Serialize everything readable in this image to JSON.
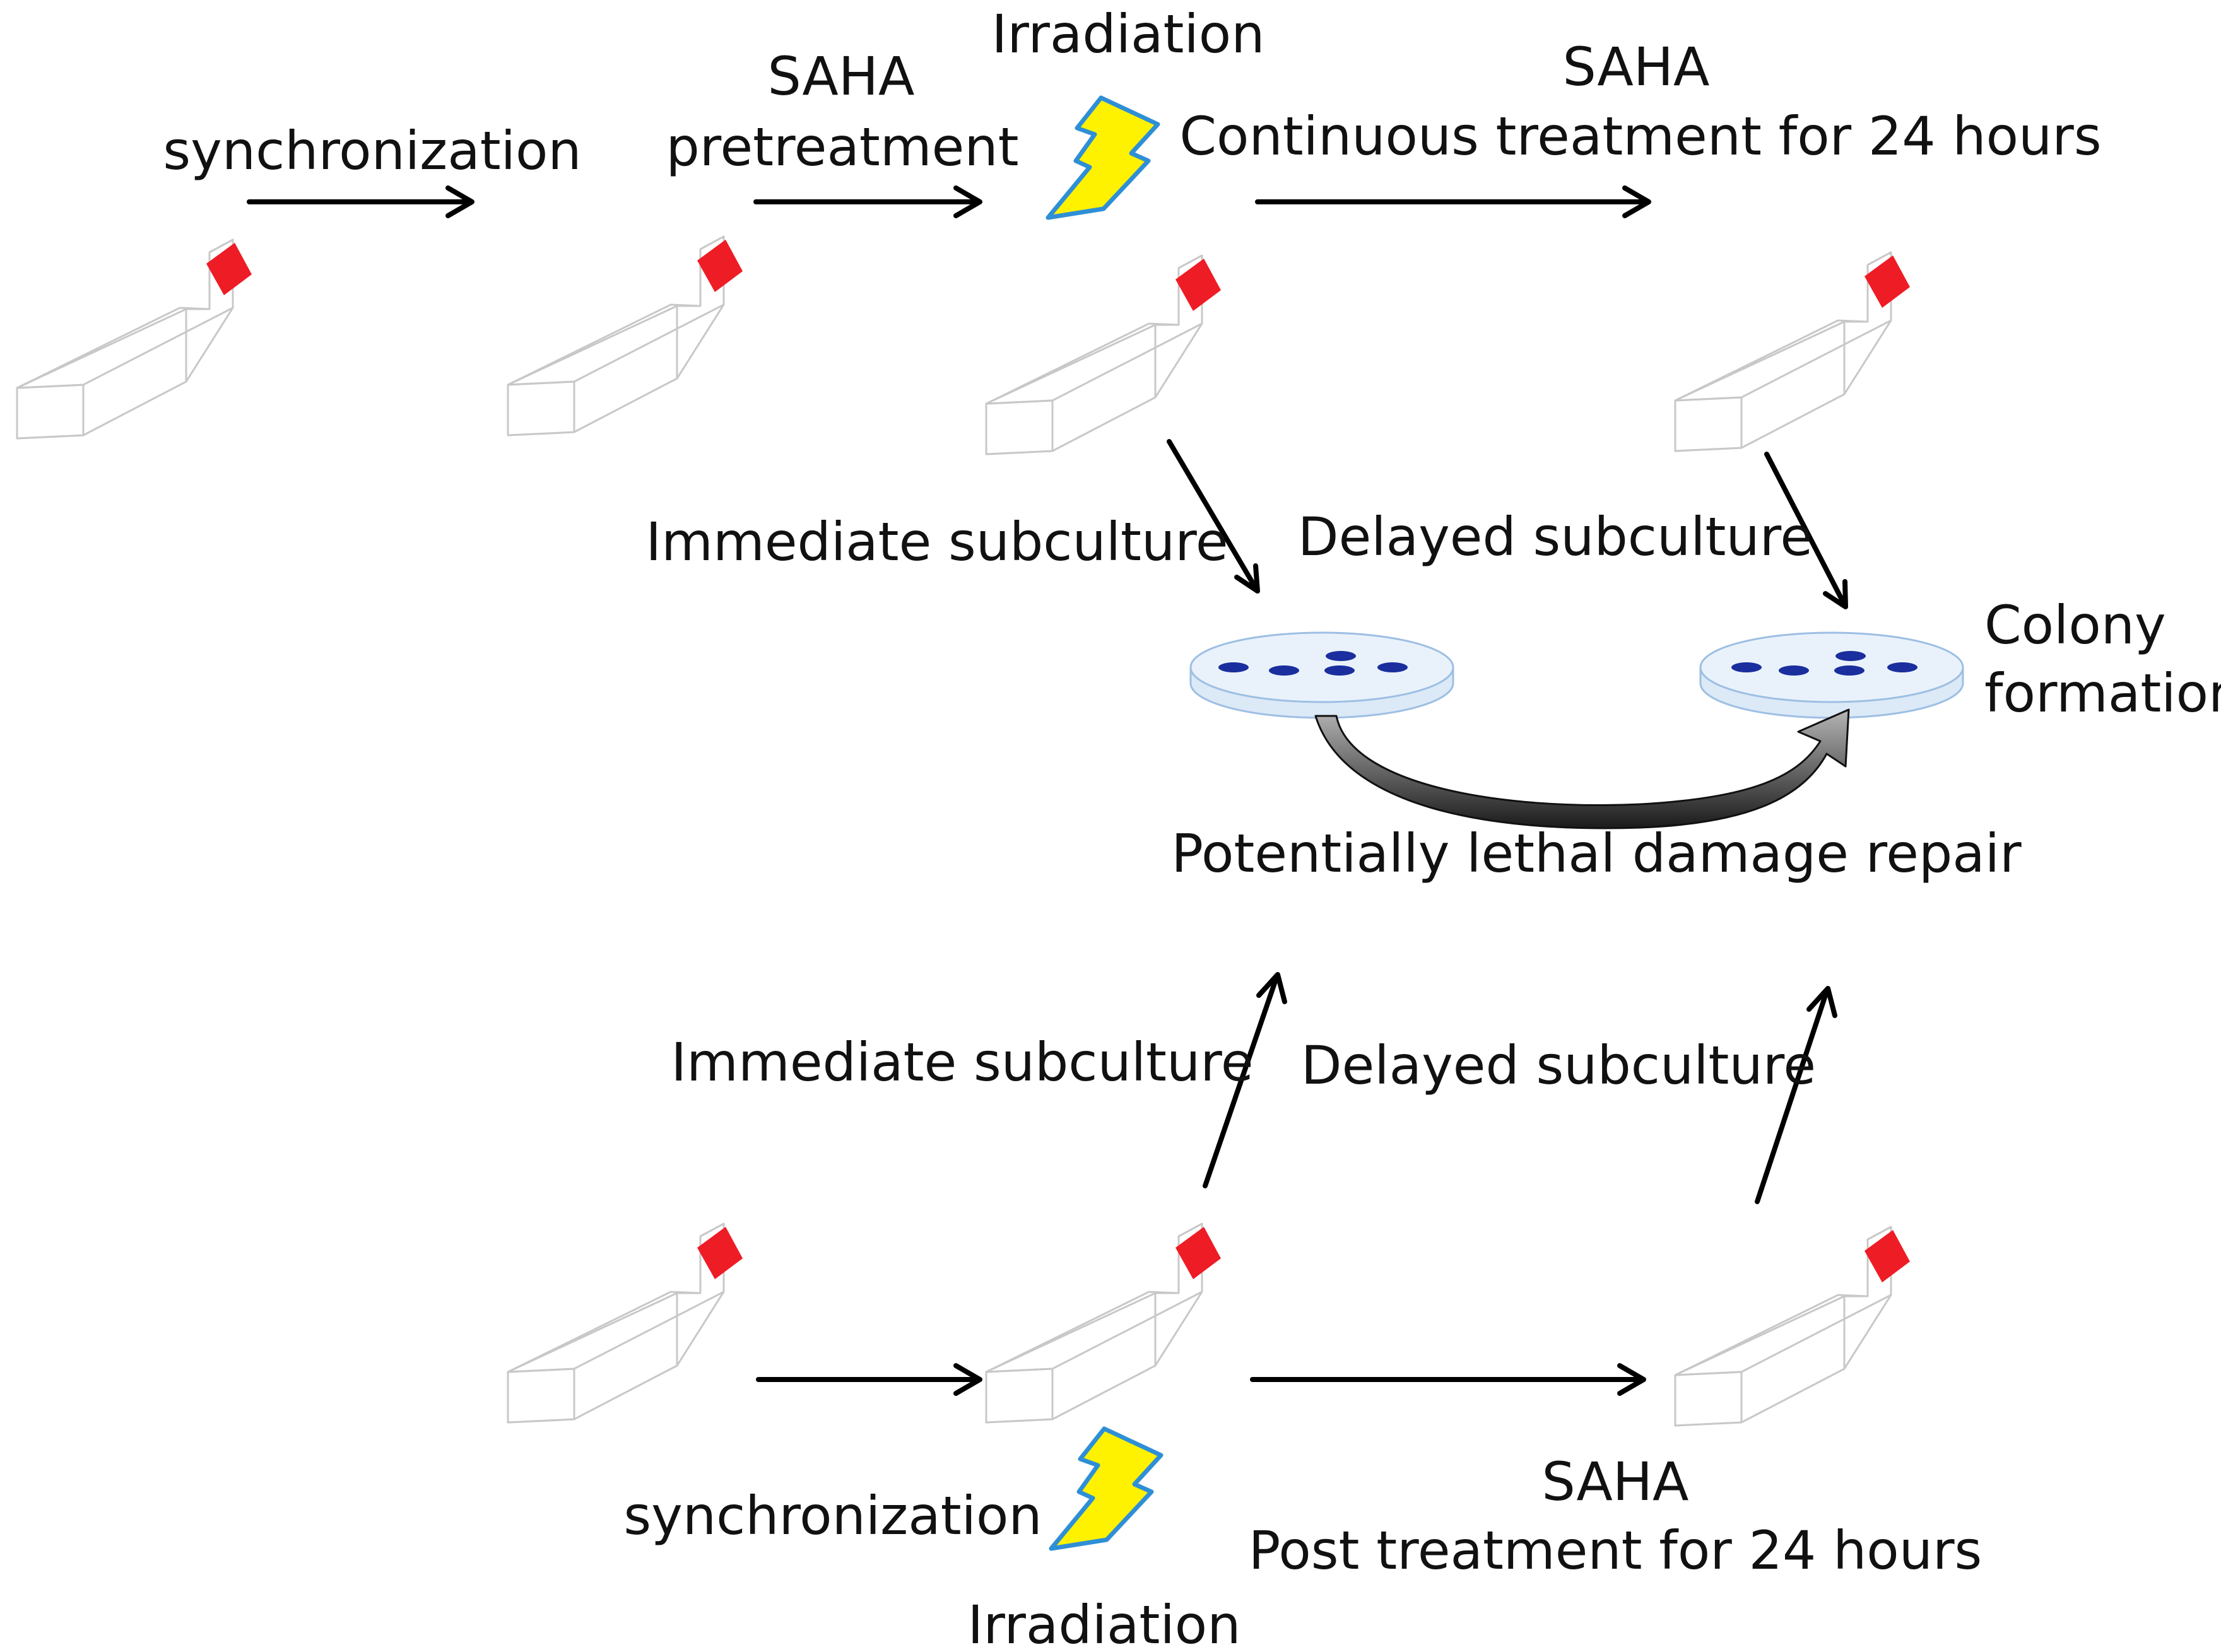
{
  "colors": {
    "cap": "#ee1c25",
    "lightning_fill": "#fff200",
    "lightning_outline": "#2e8fd6",
    "dish_fill": "#dce9f7",
    "dish_stroke": "#9dbfe3",
    "colony": "#1a2e9e",
    "repair_arrow_dark": "#1a1a1a",
    "repair_arrow_light": "#9a9a9a"
  },
  "icons": {
    "flask": "culture-flask-icon",
    "lightning": "lightning-bolt-icon",
    "dish": "petri-dish-icon"
  },
  "pretreatment": {
    "step1": "synchronization",
    "step2_line1": "SAHA",
    "step2_line2": "pretreatment",
    "irradiation": "Irradiation",
    "step3_line1": "SAHA",
    "step3_line2": "Continuous treatment for 24 hours",
    "immediate": "Immediate subculture",
    "delayed": "Delayed subculture"
  },
  "outcome": {
    "colony_line1": "Colony",
    "colony_line2": "formation",
    "repair": "Potentially lethal damage repair"
  },
  "posttreatment": {
    "immediate": "Immediate subculture",
    "delayed": "Delayed subculture",
    "step1": "synchronization",
    "irradiation": "Irradiation",
    "step3_line1": "SAHA",
    "step3_line2": "Post treatment for 24 hours"
  }
}
